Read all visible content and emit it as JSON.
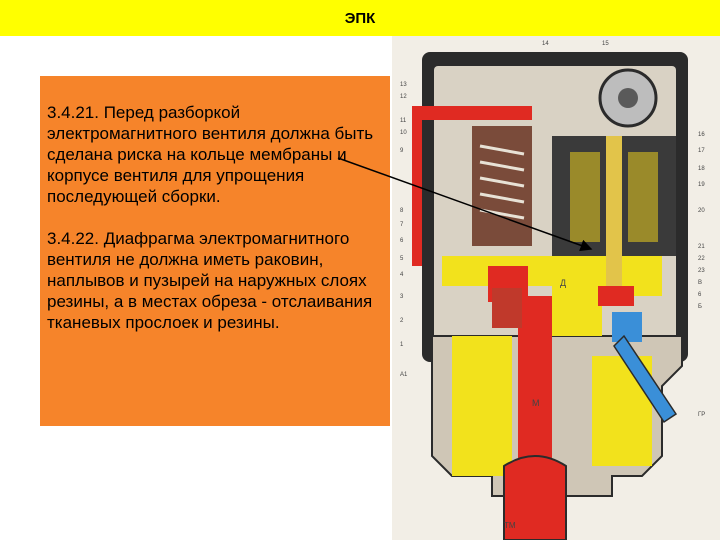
{
  "slide": {
    "title": "ЭПК",
    "paragraphs": [
      "3.4.21. Перед разборкой электромагнитного вентиля должна быть сделана риска на кольце мембраны и корпусе вентиля для упрощения последующей сборки.",
      "3.4.22. Диафрагма электромагнитного вентиля не должна иметь раковин, наплывов и пузырей на наружных слоях резины, а в местах обреза - отслаивания тканевых прослоек и резины."
    ]
  },
  "diagram": {
    "top_numbers": [
      "14",
      "15"
    ],
    "left_numbers": [
      "13",
      "12",
      "11",
      "10",
      "9",
      "8",
      "7",
      "6",
      "5",
      "4",
      "3",
      "2",
      "1",
      "A1"
    ],
    "right_numbers": [
      "16",
      "17",
      "18",
      "19",
      "20",
      "21",
      "22",
      "23",
      "B",
      "6",
      "Б",
      "ГР"
    ],
    "inner_labels": [
      "Д",
      "М",
      "ТМ"
    ],
    "colors": {
      "title_bar": "#ffff00",
      "text_box": "#f6842a",
      "red": "#e02a22",
      "yellow": "#f2e21c",
      "blue": "#3a8fd8",
      "body_gray": "#d9d2c4",
      "dark": "#2b2b2b"
    }
  }
}
